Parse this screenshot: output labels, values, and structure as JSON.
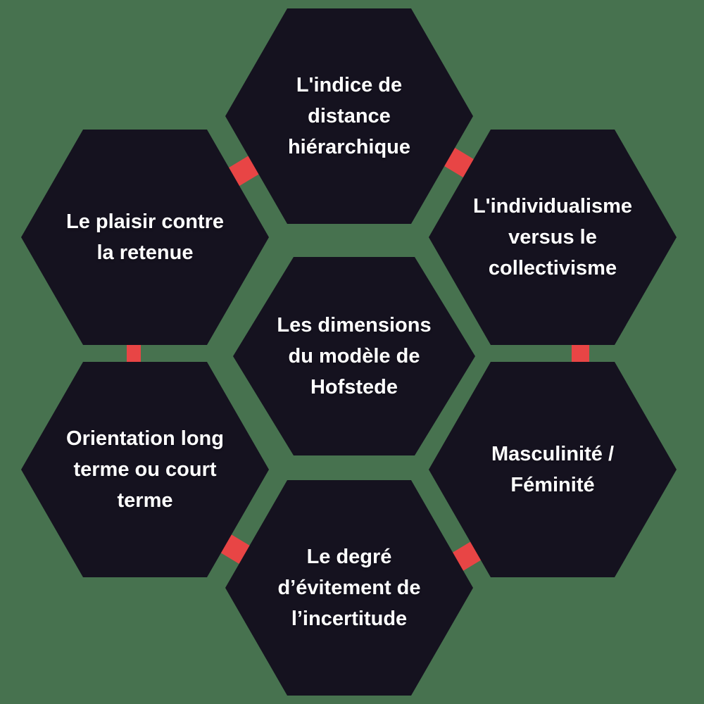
{
  "colors": {
    "background": "#47724F",
    "hexagon": "#15121F",
    "connector": "#E84545",
    "text": "#FFFFFF"
  },
  "diagram": {
    "center": {
      "label": "Les dimensions du modèle de Hofstede",
      "lines": [
        "Les dimensions",
        "du modèle de",
        "Hofstede"
      ]
    },
    "nodes": [
      {
        "position": "top",
        "label": "L'indice de distance hiérarchique",
        "lines": [
          "L'indice de",
          "distance",
          "hiérarchique"
        ]
      },
      {
        "position": "top-right",
        "label": "L'individualisme versus le collectivisme",
        "lines": [
          "L'individualisme",
          "versus le",
          "collectivisme"
        ]
      },
      {
        "position": "bottom-right",
        "label": "Masculinité / Féminité",
        "lines": [
          "Masculinité /",
          "Féminité"
        ]
      },
      {
        "position": "bottom",
        "label": "Le degré d’évitement de l’incertitude",
        "lines": [
          "Le degré",
          "d’évitement de",
          "l’incertitude"
        ]
      },
      {
        "position": "bottom-left",
        "label": "Orientation long terme ou court terme",
        "lines": [
          "Orientation long",
          "terme ou court",
          "terme"
        ]
      },
      {
        "position": "top-left",
        "label": "Le plaisir contre la retenue",
        "lines": [
          "Le plaisir contre",
          "la retenue"
        ]
      }
    ]
  }
}
